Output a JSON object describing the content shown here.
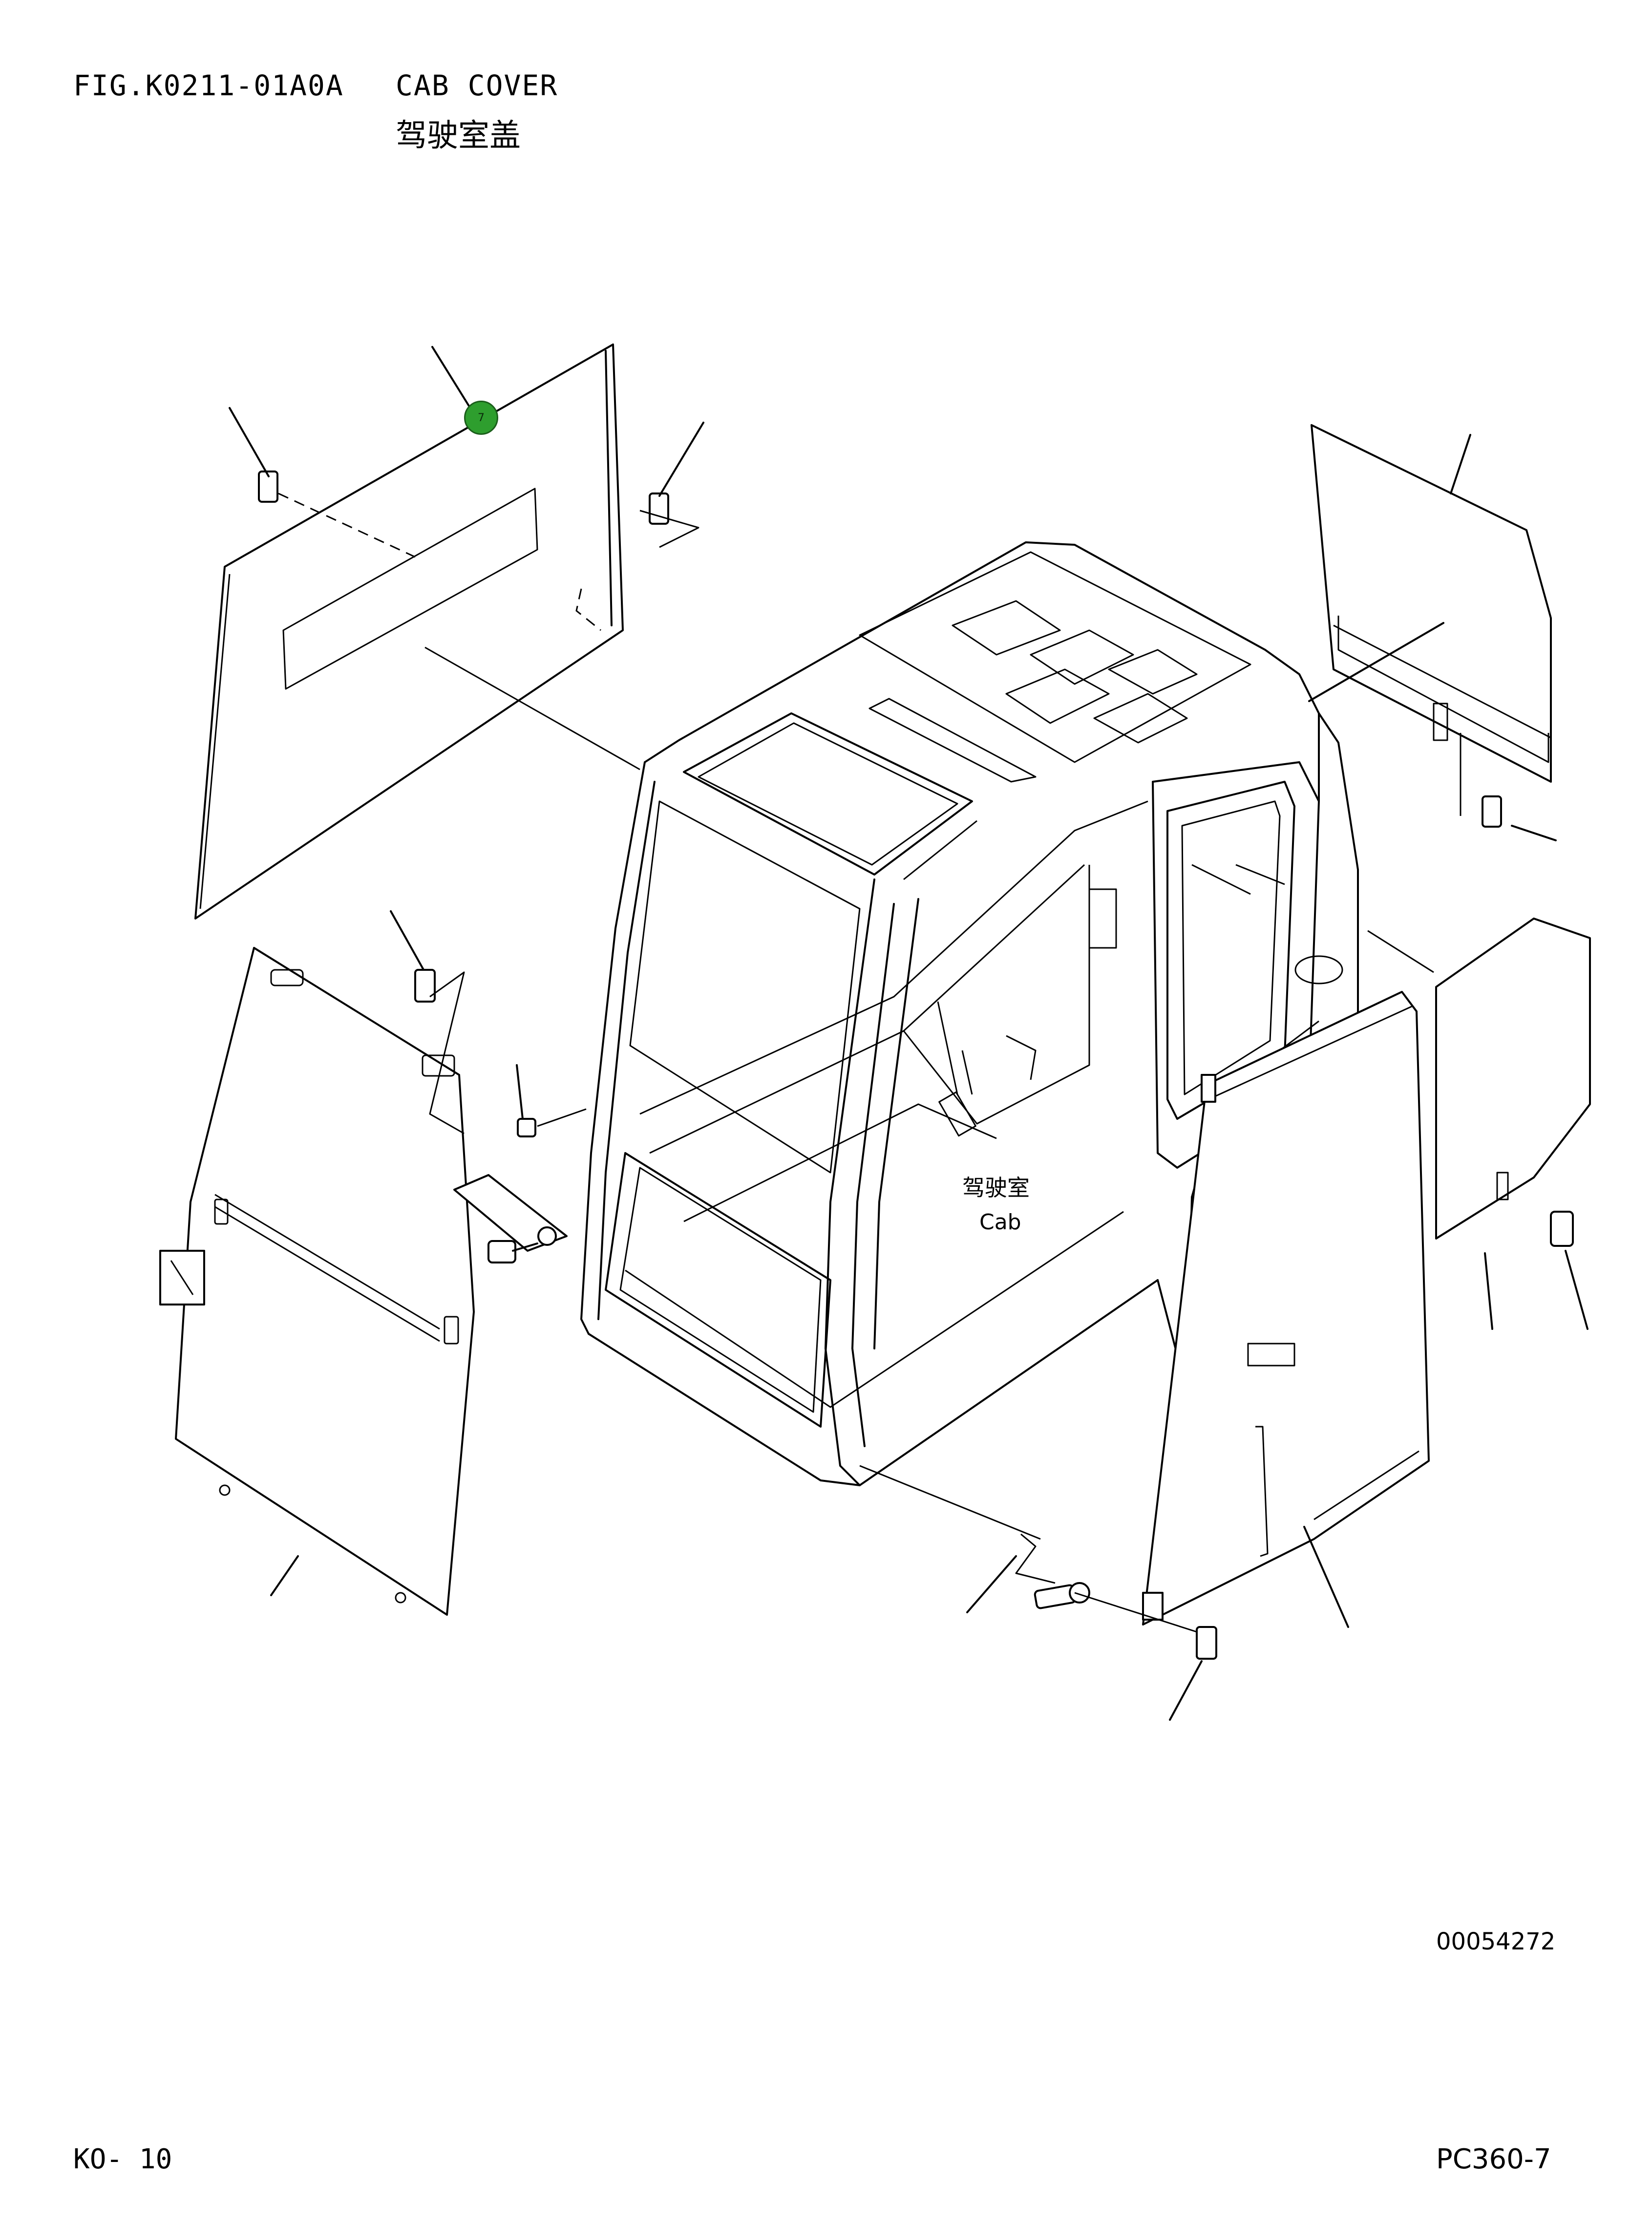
{
  "header": {
    "fig_code": "FIG.K0211-01A0A",
    "title_en": "CAB COVER",
    "title_zh": "驾驶室盖"
  },
  "diagram": {
    "cab_label_zh": "驾驶室",
    "cab_label_en": "Cab",
    "callout_marker": "7",
    "reference_number": "00054272"
  },
  "footer": {
    "page": "KO- 10",
    "model": "PC360-7"
  },
  "colors": {
    "callout_fill": "#2e9e2e",
    "line": "#000000",
    "background": "#ffffff"
  }
}
